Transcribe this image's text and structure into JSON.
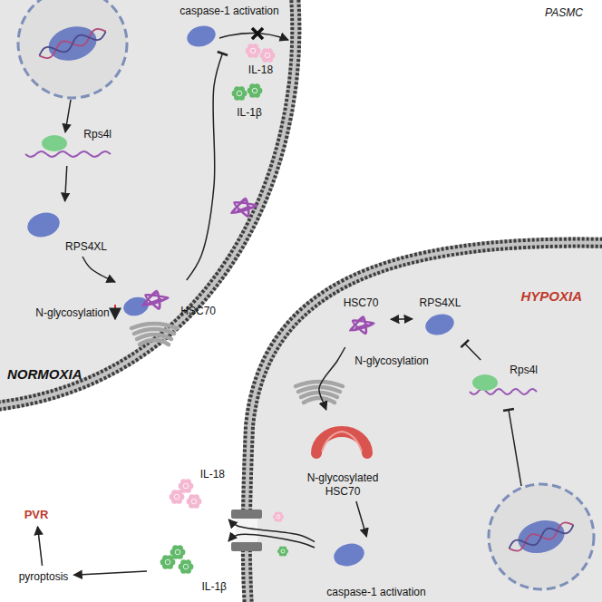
{
  "diagram": {
    "nodes": [
      {
        "text": [
          "NORMOXIA"
        ]
      },
      {
        "text": [
          "Rps4l"
        ],
        "in": 0
      },
      {
        "text": [
          "RPS4XL"
        ],
        "in": 0
      },
      {
        "text": [
          "HSC70"
        ],
        "in": 0
      },
      {
        "text": [
          "caspase-1 activation"
        ],
        "in": 0
      },
      {
        "text": [
          "IL-18"
        ],
        "in": 0
      },
      {
        "text": [
          "IL-1β"
        ],
        "in": 0
      },
      {
        "text": [
          "HYPOXIA"
        ]
      },
      {
        "text": [
          "HSC70"
        ],
        "in": 7
      },
      {
        "text": [
          "RPS4XL"
        ],
        "in": 7
      },
      {
        "text": [
          "Rps4l"
        ],
        "in": 7
      },
      {
        "text": [
          "N-glycosylated HSC70"
        ],
        "in": 7
      },
      {
        "text": [
          "caspase-1 activation"
        ],
        "in": 7
      },
      {
        "text": [
          "IL-18"
        ]
      },
      {
        "text": [
          "IL-1β"
        ]
      },
      {
        "text": [
          "pyroptosis"
        ]
      },
      {
        "text": [
          "PVR"
        ]
      }
    ],
    "edges": [
      {
        "from": 1,
        "to": 2,
        "arrow": "to"
      },
      {
        "from": 2,
        "to": 3,
        "arrow": "to"
      },
      {
        "from": 3,
        "to": 4,
        "arrow": "none"
      },
      {
        "from": 8,
        "to": 9,
        "arrow": "both"
      },
      {
        "from": 10,
        "to": 9,
        "arrow": "none"
      },
      {
        "from": 8,
        "to": 11,
        "label": "N-glycosylation",
        "arrow": "to"
      },
      {
        "from": 11,
        "to": 12,
        "arrow": "to"
      },
      {
        "from": 12,
        "to": 13,
        "arrow": "to"
      },
      {
        "from": 12,
        "to": 14,
        "arrow": "to"
      },
      {
        "from": 14,
        "to": 15,
        "arrow": "to"
      },
      {
        "from": 15,
        "to": 16,
        "arrow": "to"
      }
    ],
    "labels": [
      "PASMC",
      "N-glycosylation"
    ]
  }
}
